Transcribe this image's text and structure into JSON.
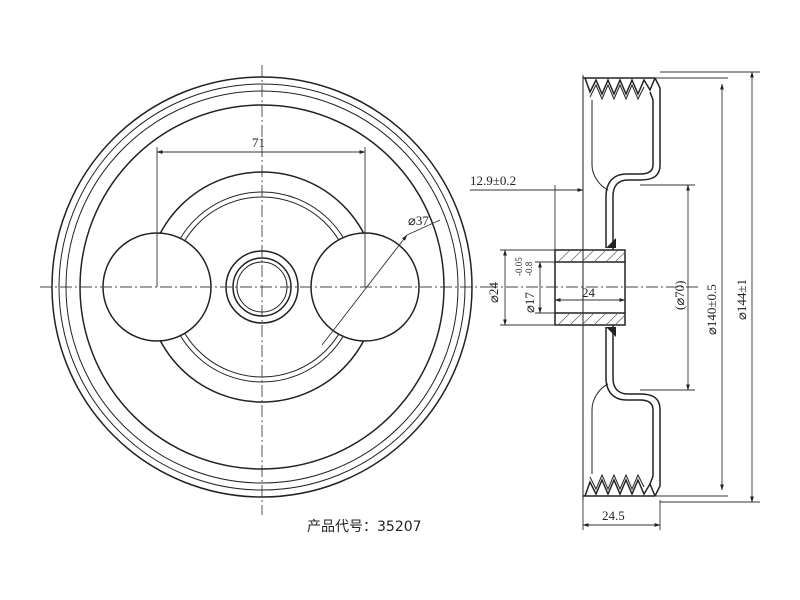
{
  "dimensions": {
    "center_distance": "71",
    "hole_diameter": "⌀37",
    "offset": "12.9±0.2",
    "outer_hub_diameter": "⌀24",
    "bore_diameter": "⌀17",
    "bore_tol_upper": "-0.05",
    "bore_tol_lower": "-0.8",
    "hub_length": "24",
    "recess_diameter": "(⌀70)",
    "groove_diameter": "⌀140±0.5",
    "outer_diameter": "⌀144±1",
    "overall_width": "24.5"
  },
  "caption": {
    "product_code": "产品代号：35207"
  }
}
